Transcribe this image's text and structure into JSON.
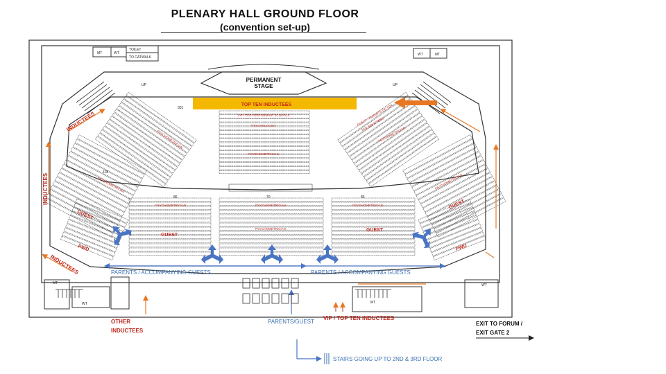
{
  "title": {
    "line1": "PLENARY HALL GROUND FLOOR",
    "line2": "(convention set-up)"
  },
  "labels": {
    "stage": [
      "PERMANENT",
      "STAGE"
    ],
    "top_ten": "TOP TEN INDUCTEES",
    "vip_schools": "VIP / TOP PERFORMING SCHOOLS",
    "psychologist": "PSYCHOLOGIST",
    "psychometrician": "PSYCHOMETRICIAN",
    "guest": "GUEST",
    "inductees": "INDUCTEES",
    "pwd": "PWD",
    "guest_parents": [
      "GUEST / PARENTS OF TOP",
      "TEN INDUCTEES"
    ],
    "parents_left": "PARENTS / ACCOMPANYING GUESTS",
    "parents_right": "PARENTS / ACCOMPANYING GUESTS",
    "mt": "MT",
    "wt": "WT",
    "toilet": "TOILET",
    "to_catwalk": "TO CATWALK",
    "up": "UP",
    "row_301": "301",
    "row_118": "118",
    "row_86": "86",
    "row_70": "70",
    "row_83": "83",
    "other_inductees": [
      "OTHER",
      "INDUCTEES"
    ],
    "parents_guest": "PARENTS/GUEST",
    "vip_top_ten": "VIP / TOP TEN INDUCTEES",
    "exit": [
      "EXIT TO FORUM /",
      "EXIT GATE  2"
    ],
    "stairs": "STAIRS GOING UP TO 2ND & 3RD FLOOR"
  },
  "colors": {
    "top_ten_box": "#f5b800",
    "red_label": "#c0281e",
    "blue_label": "#3a6fb0",
    "orange_arrow": "#e87722",
    "blue_arrow": "#4a74c4",
    "line": "#333333"
  }
}
